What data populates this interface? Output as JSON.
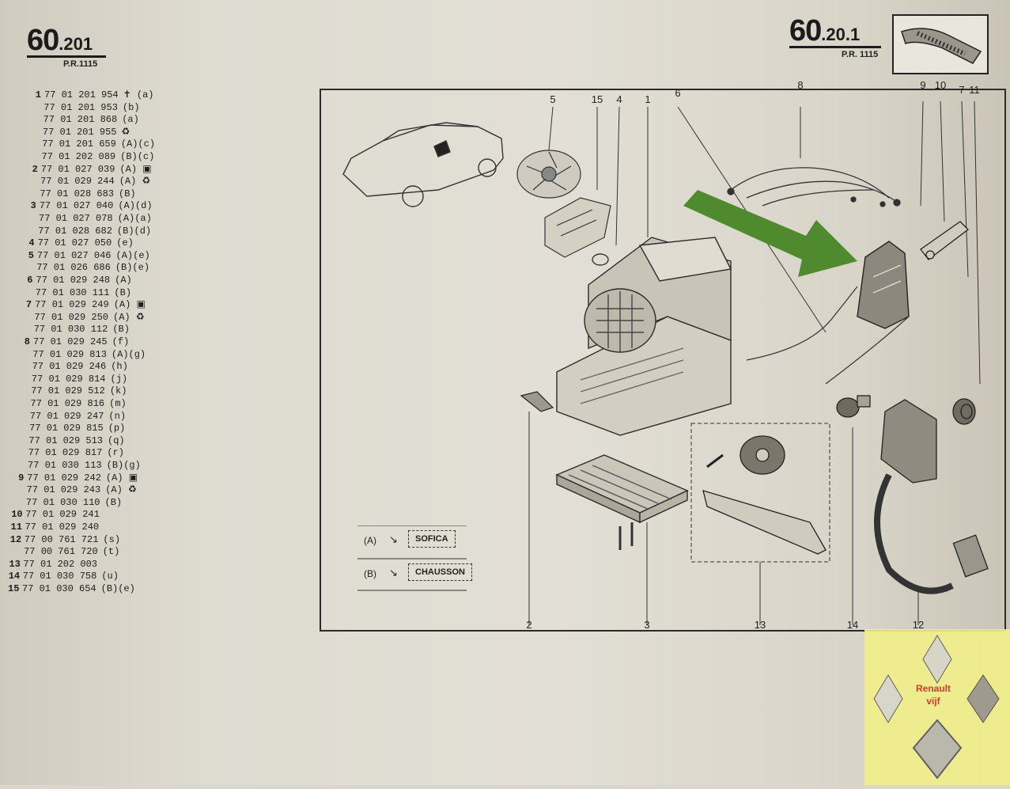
{
  "page_left": {
    "number": "60",
    "sub": ".201",
    "pr": "P.R.1115"
  },
  "page_right": {
    "number": "60",
    "sub": ".20.1",
    "pr": "P.R. 1115"
  },
  "parts": [
    {
      "idx": "1",
      "ref": "77 01 201 954",
      "note": "✝ (a)"
    },
    {
      "idx": "",
      "ref": "77 01 201 953",
      "note": "(b)"
    },
    {
      "idx": "",
      "ref": "77 01 201 868",
      "note": "(a)"
    },
    {
      "idx": "",
      "ref": "77 01 201 955",
      "note": "♻"
    },
    {
      "idx": "",
      "ref": "77 01 201 659",
      "note": "(A)(c)"
    },
    {
      "idx": "",
      "ref": "77 01 202 089",
      "note": "(B)(c)"
    },
    {
      "idx": "2",
      "ref": "77 01 027 039",
      "note": "(A) ▣"
    },
    {
      "idx": "",
      "ref": "77 01 029 244",
      "note": "(A) ♻"
    },
    {
      "idx": "",
      "ref": "77 01 028 683",
      "note": "(B)"
    },
    {
      "idx": "3",
      "ref": "77 01 027 040",
      "note": "(A)(d)"
    },
    {
      "idx": "",
      "ref": "77 01 027 078",
      "note": "(A)(a)"
    },
    {
      "idx": "",
      "ref": "77 01 028 682",
      "note": "(B)(d)"
    },
    {
      "idx": "4",
      "ref": "77 01 027 050",
      "note": "(e)"
    },
    {
      "idx": "5",
      "ref": "77 01 027 046",
      "note": "(A)(e)"
    },
    {
      "idx": "",
      "ref": "77 01 026 686",
      "note": "(B)(e)"
    },
    {
      "idx": "6",
      "ref": "77 01 029 248",
      "note": "(A)"
    },
    {
      "idx": "",
      "ref": "77 01 030 111",
      "note": "(B)"
    },
    {
      "idx": "7",
      "ref": "77 01 029 249",
      "note": "(A) ▣"
    },
    {
      "idx": "",
      "ref": "77 01 029 250",
      "note": "(A) ♻"
    },
    {
      "idx": "",
      "ref": "77 01 030 112",
      "note": "(B)"
    },
    {
      "idx": "8",
      "ref": "77 01 029 245",
      "note": "(f)"
    },
    {
      "idx": "",
      "ref": "77 01 029 813",
      "note": "(A)(g)"
    },
    {
      "idx": "",
      "ref": "77 01 029 246",
      "note": "(h)"
    },
    {
      "idx": "",
      "ref": "77 01 029 814",
      "note": "(j)"
    },
    {
      "idx": "",
      "ref": "77 01 029 512",
      "note": "(k)"
    },
    {
      "idx": "",
      "ref": "77 01 029 816",
      "note": "(m)"
    },
    {
      "idx": "",
      "ref": "77 01 029 247",
      "note": "(n)"
    },
    {
      "idx": "",
      "ref": "77 01 029 815",
      "note": "(p)"
    },
    {
      "idx": "",
      "ref": "77 01 029 513",
      "note": "(q)"
    },
    {
      "idx": "",
      "ref": "77 01 029 817",
      "note": "(r)"
    },
    {
      "idx": "",
      "ref": "77 01 030 113",
      "note": "(B)(g)"
    },
    {
      "idx": "9",
      "ref": "77 01 029 242",
      "note": "(A) ▣"
    },
    {
      "idx": "",
      "ref": "77 01 029 243",
      "note": "(A) ♻"
    },
    {
      "idx": "",
      "ref": "77 01 030 110",
      "note": "(B)"
    },
    {
      "idx": "10",
      "ref": "77 01 029 241",
      "note": ""
    },
    {
      "idx": "11",
      "ref": "77 01 029 240",
      "note": ""
    },
    {
      "idx": "12",
      "ref": "77 00 761 721",
      "note": "(s)"
    },
    {
      "idx": "",
      "ref": "77 00 761 720",
      "note": "(t)"
    },
    {
      "idx": "13",
      "ref": "77 01 202 003",
      "note": ""
    },
    {
      "idx": "14",
      "ref": "77 01 030 758",
      "note": "(u)"
    },
    {
      "idx": "15",
      "ref": "77 01 030 654",
      "note": "(B)(e)"
    }
  ],
  "callouts": {
    "top": [
      "5",
      "15",
      "4",
      "1",
      "6",
      "8",
      "9",
      "10",
      "7",
      "11"
    ],
    "bottom": [
      "2",
      "3",
      "13",
      "14",
      "12"
    ]
  },
  "legend": [
    {
      "code": "(A)",
      "arrow": "↘",
      "name": "SOFICA"
    },
    {
      "code": "(B)",
      "arrow": "↘",
      "name": "CHAUSSON"
    }
  ],
  "watermark": {
    "line1": "Renault",
    "line2": "vijf"
  },
  "colors": {
    "arrow": "#4f8a2e",
    "ink": "#2b2b2b",
    "paper": "#e2dfd6",
    "watermark_bg": "#f2f08a",
    "watermark_text": "#d43b2b"
  }
}
